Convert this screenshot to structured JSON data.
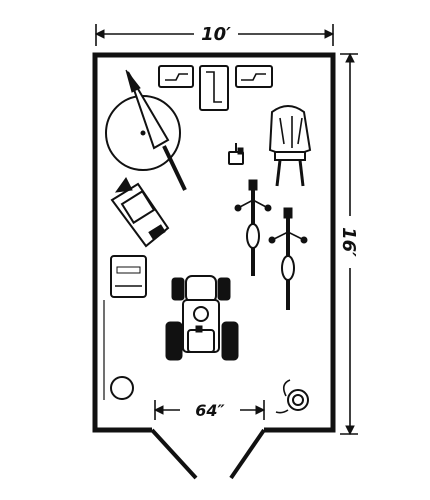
{
  "diagram": {
    "width_label": "10′",
    "depth_label": "16′",
    "door_label": "64″"
  },
  "colors": {
    "ink": "#111111",
    "paper": "#ffffff"
  },
  "icons": [
    "shelf-bracket-icon",
    "riding-mower-icon",
    "umbrella-icon",
    "wheelbarrow-icon",
    "bicycle-icon",
    "snow-blower-icon",
    "storage-bin-icon",
    "garden-tractor-icon",
    "hose-reel-icon",
    "bucket-icon",
    "leaf-blower-icon"
  ]
}
